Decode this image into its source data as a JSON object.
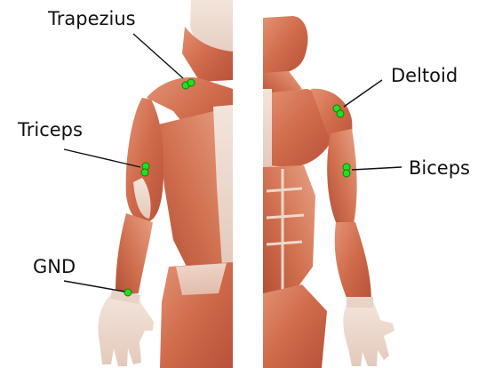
{
  "figure": {
    "views": [
      {
        "id": "back",
        "description_icon": "human-muscle-anatomy-back-view"
      },
      {
        "id": "front",
        "description_icon": "human-muscle-anatomy-front-view"
      }
    ],
    "electrode_color": "#21e021",
    "labels": {
      "trapezius": "Trapezius",
      "triceps": "Triceps",
      "gnd": "GND",
      "deltoid": "Deltoid",
      "biceps": "Biceps"
    }
  }
}
